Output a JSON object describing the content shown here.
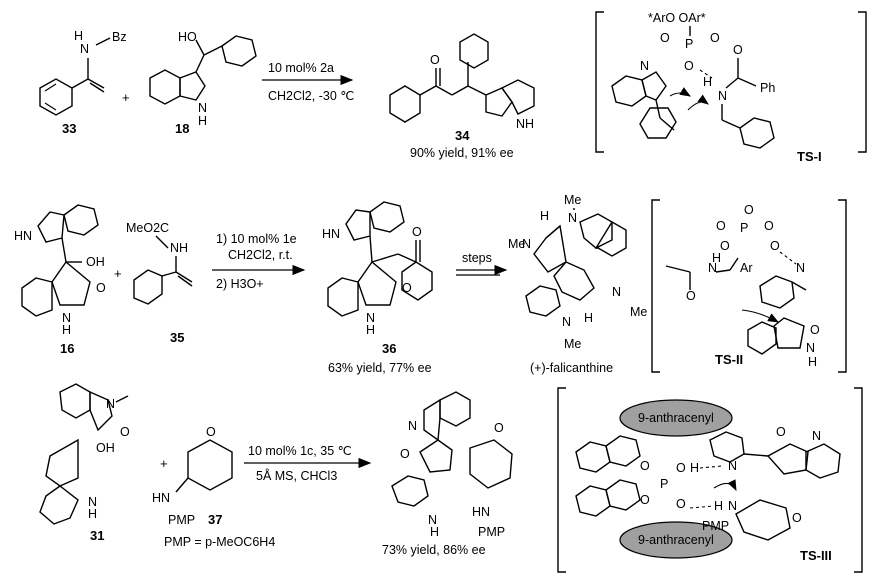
{
  "row1": {
    "cmpd33_label": "33",
    "cmpd33_group": "Bz",
    "cmpd18_label": "18",
    "plus": "+",
    "cond_line1": "10 mol% 2a",
    "cond_line2": "CH2Cl2, -30 ℃",
    "cmpd34_label": "34",
    "result": "90% yield, 91% ee",
    "ts_label": "TS-I",
    "ts_top": "*ArO  OAr*",
    "ts_ph": "Ph"
  },
  "row2": {
    "cmpd16_label": "16",
    "cmpd35_label": "35",
    "cmpd35_group": "MeO2C",
    "plus": "+",
    "cond_line1": "1) 10 mol% 1e",
    "cond_line2": "CH2Cl2, r.t.",
    "cond_line3": "2) H3O+",
    "cmpd36_label": "36",
    "result": "63% yield, 77% ee",
    "steps": "steps",
    "product_name": "(+)-falicanthine",
    "ts_label": "TS-II",
    "ts_ar": "Ar"
  },
  "row3": {
    "cmpd31_label": "31",
    "cmpd37_label": "37",
    "plus": "+",
    "pmp_def": "PMP = p-MeOC6H4",
    "cond_line1": "10 mol% 1c, 35 ℃",
    "cond_line2": "5Å MS, CHCl3",
    "result": "73% yield, 86% ee",
    "ts_label": "TS-III",
    "anthracenyl_top": "9-anthracenyl",
    "anthracenyl_bottom": "9-anthracenyl"
  }
}
